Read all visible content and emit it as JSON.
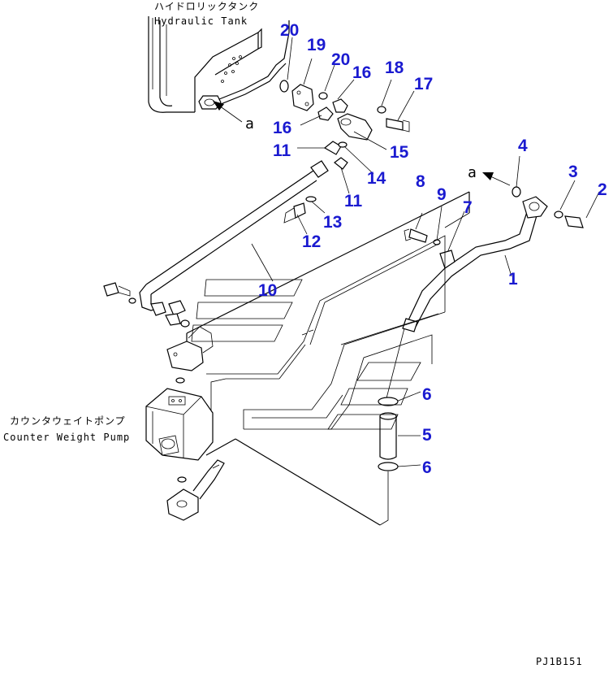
{
  "labels": {
    "tank_jp": "ハイドロリックタンク",
    "tank_en": "Hydraulic Tank",
    "pump_jp": "カウンタウェイトポンプ",
    "pump_en": "Counter Weight Pump",
    "ref_a1": "a",
    "ref_a2": "a",
    "figure_code": "PJ1B151"
  },
  "callouts": {
    "c20a": "20",
    "c19": "19",
    "c20b": "20",
    "c16a": "16",
    "c18": "18",
    "c17": "17",
    "c16b": "16",
    "c15": "15",
    "c11a": "11",
    "c14": "14",
    "c11b": "11",
    "c13": "13",
    "c12": "12",
    "c8": "8",
    "c9": "9",
    "c7": "7",
    "c4": "4",
    "c3": "3",
    "c2": "2",
    "c1": "1",
    "c10": "10",
    "c6a": "6",
    "c5": "5",
    "c6b": "6"
  },
  "colors": {
    "callout": "#1a1ad0",
    "line": "#000000"
  }
}
